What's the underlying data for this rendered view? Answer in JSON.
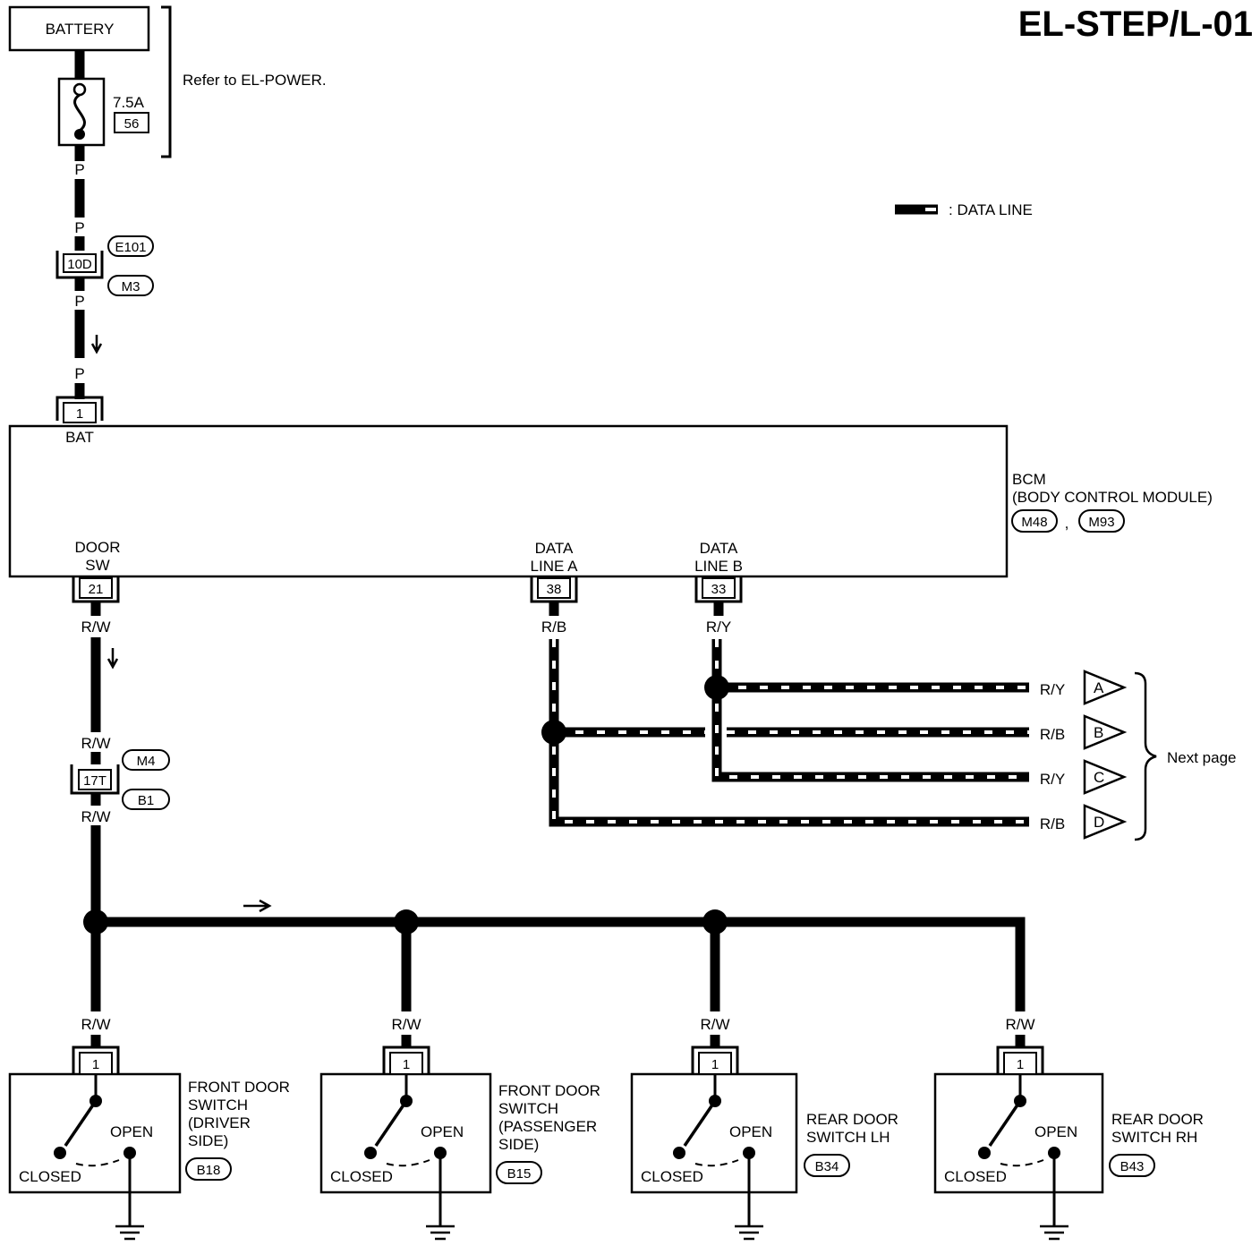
{
  "page_code": "EL-STEP/L-01",
  "battery": {
    "label": "BATTERY"
  },
  "fuse": {
    "rating": "7.5A",
    "number": "56"
  },
  "refer_note": "Refer to EL-POWER.",
  "legend": {
    "data_line_label": ": DATA LINE"
  },
  "wire_colors": {
    "p": "P",
    "rw": "R/W",
    "rb": "R/B",
    "ry": "R/Y"
  },
  "inline_connector_1": {
    "pin": "10D",
    "upper": "E101",
    "lower": "M3"
  },
  "inline_connector_2": {
    "pin": "17T",
    "upper": "M4",
    "lower": "B1"
  },
  "bcm": {
    "title": "BCM",
    "subtitle": "(BODY CONTROL MODULE)",
    "connector_1": "M48",
    "separator": ",",
    "connector_2": "M93",
    "bat_pin": "1",
    "bat_label": "BAT",
    "door_sw_pin": "21",
    "door_sw_label_1": "DOOR",
    "door_sw_label_2": "SW",
    "data_line_a_pin": "38",
    "data_line_a_label_1": "DATA",
    "data_line_a_label_2": "LINE A",
    "data_line_b_pin": "33",
    "data_line_b_label_1": "DATA",
    "data_line_b_label_2": "LINE B"
  },
  "next_page": {
    "label": "Next page",
    "arrows": [
      {
        "letter": "A",
        "wire": "R/Y"
      },
      {
        "letter": "B",
        "wire": "R/B"
      },
      {
        "letter": "C",
        "wire": "R/Y"
      },
      {
        "letter": "D",
        "wire": "R/B"
      }
    ]
  },
  "switches": [
    {
      "pin": "1",
      "open": "OPEN",
      "closed": "CLOSED",
      "name_lines": [
        "FRONT DOOR",
        "SWITCH",
        "(DRIVER",
        "SIDE)"
      ],
      "connector": "B18"
    },
    {
      "pin": "1",
      "open": "OPEN",
      "closed": "CLOSED",
      "name_lines": [
        "FRONT DOOR",
        "SWITCH",
        "(PASSENGER",
        "SIDE)"
      ],
      "connector": "B15"
    },
    {
      "pin": "1",
      "open": "OPEN",
      "closed": "CLOSED",
      "name_lines": [
        "REAR DOOR",
        "SWITCH  LH"
      ],
      "connector": "B34"
    },
    {
      "pin": "1",
      "open": "OPEN",
      "closed": "CLOSED",
      "name_lines": [
        "REAR DOOR",
        "SWITCH  RH"
      ],
      "connector": "B43"
    }
  ]
}
